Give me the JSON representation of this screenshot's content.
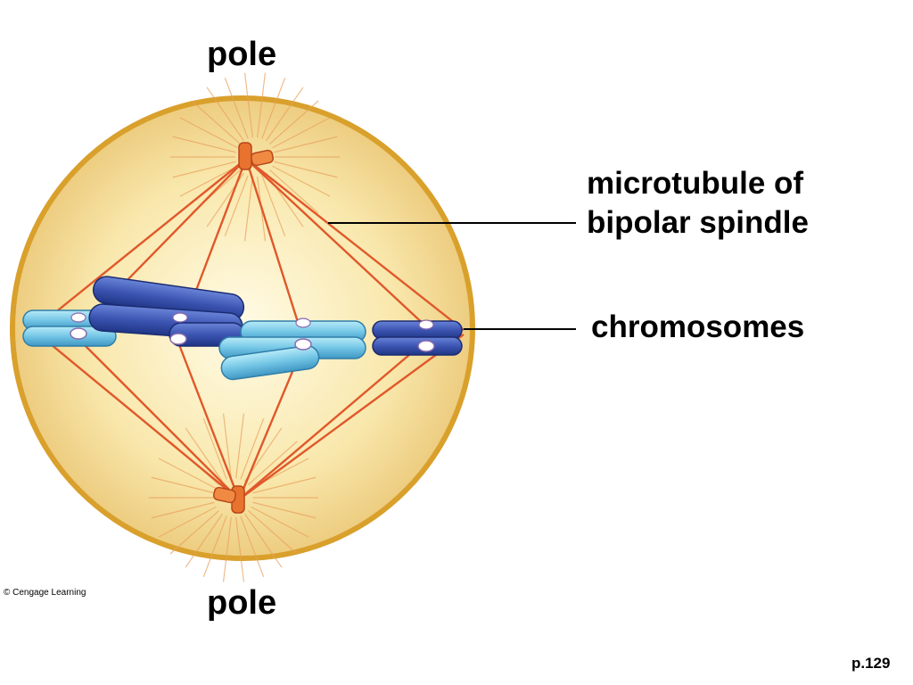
{
  "labels": {
    "pole_top": "pole",
    "pole_bottom": "pole",
    "spindle_line1": "microtubule of",
    "spindle_line2": "bipolar spindle",
    "chromosomes": "chromosomes"
  },
  "footer": {
    "copyright": "© Cengage Learning",
    "page": "p.129"
  },
  "colors": {
    "cell_fill_center": "#fdf6d4",
    "cell_fill_edge": "#ecc877",
    "cell_border": "#d9a02c",
    "spindle_fiber": "#e0582a",
    "centriole": "#e8732e",
    "chromosome_dark": "#3c55b2",
    "chromosome_light": "#74c6e6",
    "centromere": "#ffffff"
  },
  "icons": {
    "top_centriole": "centriole-icon",
    "bottom_centriole": "centriole-icon"
  }
}
